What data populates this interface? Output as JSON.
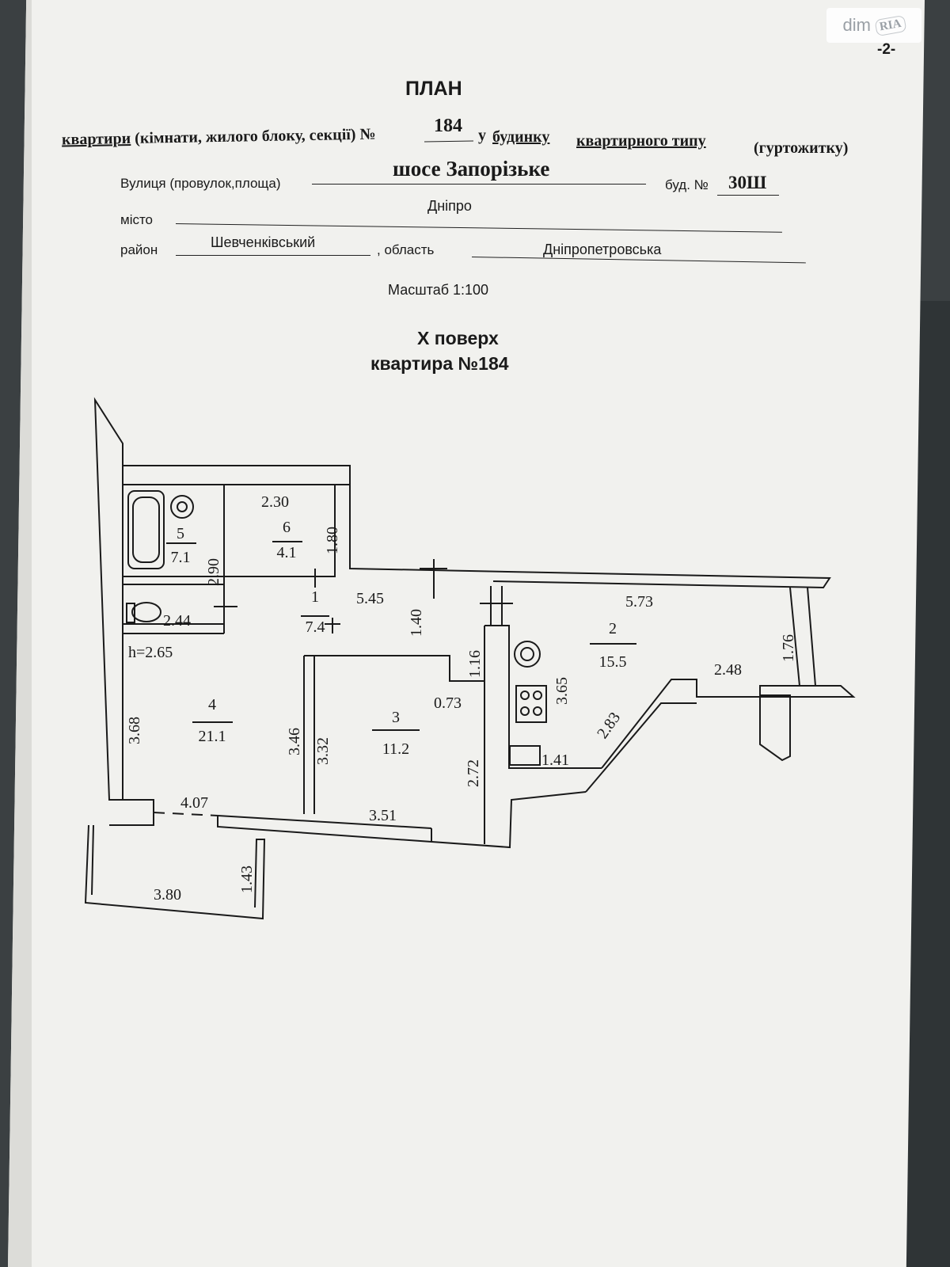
{
  "header": {
    "page_number": "-2-",
    "title": "ПЛАН",
    "line1_prefix": "квартири",
    "line1_mid": " (кімнати, жилого блоку, секції) №",
    "apartment_number": "184",
    "line1_u": "у",
    "line1_house": "будинку",
    "line1_type": "квартирного типу",
    "line1_dorm": "(гуртожитку)",
    "street_label": "Вулиця (провулок,площа)",
    "street_value": "шосе Запорізьке",
    "building_label": "буд. №",
    "building_value": "30Ш",
    "city_label": "місто",
    "city_value": "Дніпро",
    "district_label": "район",
    "district_value": "Шевченківський",
    "region_sep": ", область",
    "region_value": "Дніпропетровська",
    "scale": "Масштаб 1:100",
    "floor": "Х поверх",
    "apartment": "квартира №184"
  },
  "watermark": {
    "dim": "dim",
    "ria": "RIA"
  },
  "floorplan": {
    "rooms": [
      {
        "id": "1",
        "area": "7.4"
      },
      {
        "id": "2",
        "area": "15.5"
      },
      {
        "id": "3",
        "area": "11.2"
      },
      {
        "id": "4",
        "area": "21.1"
      },
      {
        "id": "5",
        "area": "7.1"
      },
      {
        "id": "6",
        "area": "4.1"
      }
    ],
    "dimensions": {
      "d230": "2.30",
      "d180": "1.80",
      "d290": "2.90",
      "d244": "2.44",
      "d545": "5.45",
      "d140": "1.40",
      "d573": "5.73",
      "d176": "1.76",
      "d116": "1.16",
      "d365": "3.65",
      "d248": "2.48",
      "d073": "0.73",
      "d283": "2.83",
      "d141": "1.41",
      "d368": "3.68",
      "d346": "3.46",
      "d332": "3.32",
      "d272": "2.72",
      "d407": "4.07",
      "d351": "3.51",
      "d143": "1.43",
      "d380": "3.80"
    },
    "ceiling_height": "h=2.65"
  }
}
